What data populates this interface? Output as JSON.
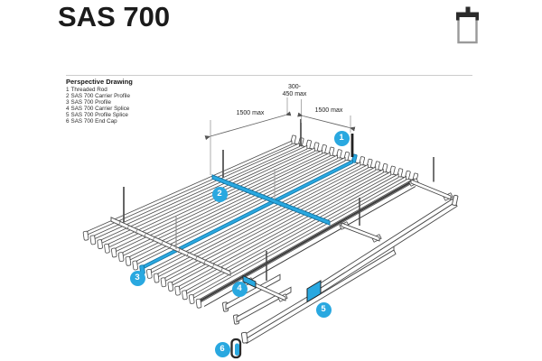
{
  "page": {
    "title": "SAS 700"
  },
  "header": {
    "icon": "profile-cross-section-icon"
  },
  "section": {
    "heading": "Perspective Drawing"
  },
  "parts": [
    {
      "id": "1",
      "label": "Threaded Rod"
    },
    {
      "id": "2",
      "label": "SAS 700 Carrier Profile"
    },
    {
      "id": "3",
      "label": "SAS 700 Profile"
    },
    {
      "id": "4",
      "label": "SAS 700 Carrier Splice"
    },
    {
      "id": "5",
      "label": "SAS 700 Profile Splice"
    },
    {
      "id": "6",
      "label": "SAS 700 End Cap"
    }
  ],
  "dimensions": {
    "left": "1500 max",
    "mid_line1": "300-",
    "mid_line2": "450 max",
    "right": "1500 max"
  },
  "colors": {
    "accent_blue": "#29a8e0",
    "accent_blue_dark": "#1273a3",
    "line_dark": "#4a4a4a",
    "rule_gray": "#cccccc"
  }
}
